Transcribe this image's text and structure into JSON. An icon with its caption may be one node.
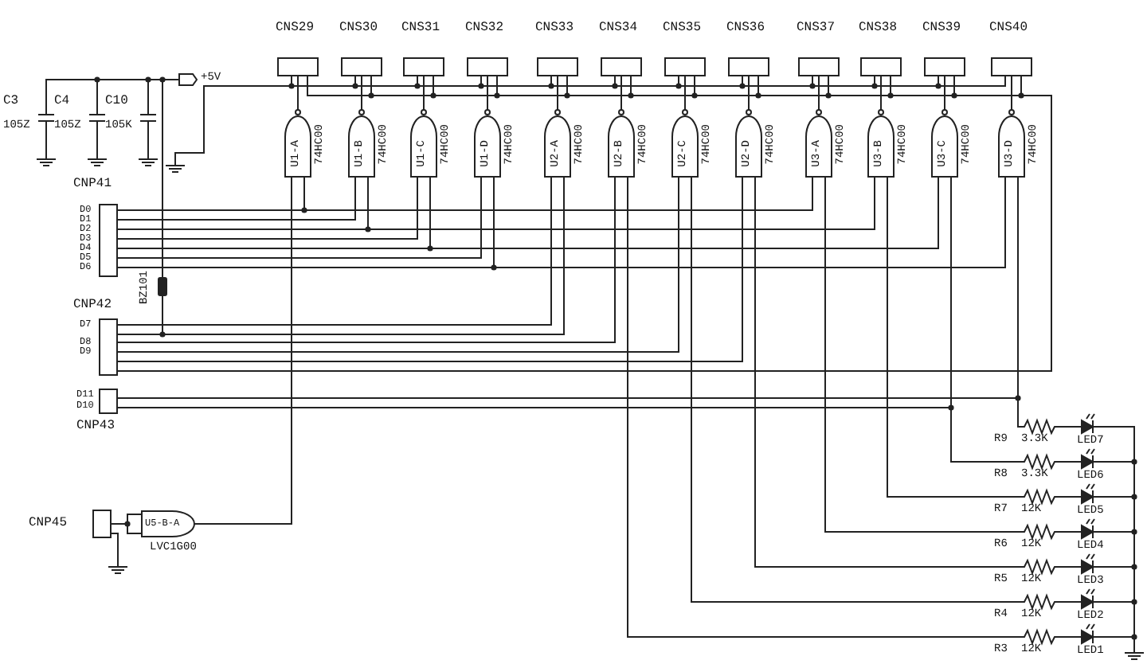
{
  "diagram": {
    "nodes": [
      {
        "text": [
          "CNS29"
        ]
      },
      {
        "text": [
          "CNS30"
        ]
      },
      {
        "text": [
          "CNS31"
        ]
      },
      {
        "text": [
          "CNS32"
        ]
      },
      {
        "text": [
          "CNS33"
        ]
      },
      {
        "text": [
          "CNS34"
        ]
      },
      {
        "text": [
          "CNS35"
        ]
      },
      {
        "text": [
          "CNS36"
        ]
      },
      {
        "text": [
          "CNS37"
        ]
      },
      {
        "text": [
          "CNS38"
        ]
      },
      {
        "text": [
          "CNS39"
        ]
      },
      {
        "text": [
          "CNS40"
        ]
      },
      {
        "text": [
          "+5V"
        ]
      },
      {
        "text": [
          "C3",
          "105Z"
        ]
      },
      {
        "text": [
          "C4",
          "105Z"
        ]
      },
      {
        "text": [
          "C10",
          "105K"
        ]
      },
      {
        "text": [
          "U1-A",
          "74HC00"
        ]
      },
      {
        "text": [
          "U1-B",
          "74HC00"
        ]
      },
      {
        "text": [
          "U1-C",
          "74HC00"
        ]
      },
      {
        "text": [
          "U1-D",
          "74HC00"
        ]
      },
      {
        "text": [
          "U2-A",
          "74HC00"
        ]
      },
      {
        "text": [
          "U2-B",
          "74HC00"
        ]
      },
      {
        "text": [
          "U2-C",
          "74HC00"
        ]
      },
      {
        "text": [
          "U2-D",
          "74HC00"
        ]
      },
      {
        "text": [
          "U3-A",
          "74HC00"
        ]
      },
      {
        "text": [
          "U3-B",
          "74HC00"
        ]
      },
      {
        "text": [
          "U3-C",
          "74HC00"
        ]
      },
      {
        "text": [
          "U3-D",
          "74HC00"
        ]
      },
      {
        "text": [
          "CNP41"
        ],
        "beside": [
          "D0",
          "D1",
          "D2",
          "D3",
          "D4",
          "D5",
          "D6"
        ]
      },
      {
        "text": [
          "BZ101"
        ]
      },
      {
        "text": [
          "CNP42"
        ],
        "beside": [
          "D7",
          "D8",
          "D9"
        ]
      },
      {
        "text": [
          "CNP43"
        ],
        "beside": [
          "D11",
          "D10"
        ]
      },
      {
        "text": [
          "R9",
          "3.3K"
        ]
      },
      {
        "text": [
          "LED7"
        ]
      },
      {
        "text": [
          "R8",
          "3.3K"
        ]
      },
      {
        "text": [
          "LED6"
        ]
      },
      {
        "text": [
          "R7",
          "12K"
        ]
      },
      {
        "text": [
          "LED5"
        ]
      },
      {
        "text": [
          "R6",
          "12K"
        ]
      },
      {
        "text": [
          "LED4"
        ]
      },
      {
        "text": [
          "R5",
          "12K"
        ]
      },
      {
        "text": [
          "LED3"
        ]
      },
      {
        "text": [
          "R4",
          "12K"
        ]
      },
      {
        "text": [
          "LED2"
        ]
      },
      {
        "text": [
          "R3",
          "12K"
        ]
      },
      {
        "text": [
          "LED1"
        ]
      },
      {
        "text": [
          "CNP45"
        ]
      },
      {
        "text": [
          "U5-B-A",
          "LVC1G00"
        ]
      },
      {
        "text": [],
        "shape": "ground"
      },
      {
        "text": [],
        "shape": "ground"
      },
      {
        "text": [],
        "shape": "ground"
      },
      {
        "text": [],
        "shape": "ground"
      },
      {
        "text": [],
        "shape": "ground"
      },
      {
        "text": [],
        "shape": "ground"
      }
    ],
    "edges": [
      {
        "from": 16,
        "to": 0,
        "arrow": "none"
      },
      {
        "from": 17,
        "to": 1,
        "arrow": "none"
      },
      {
        "from": 18,
        "to": 2,
        "arrow": "none"
      },
      {
        "from": 19,
        "to": 3,
        "arrow": "none"
      },
      {
        "from": 20,
        "to": 4,
        "arrow": "none"
      },
      {
        "from": 21,
        "to": 5,
        "arrow": "none"
      },
      {
        "from": 22,
        "to": 6,
        "arrow": "none"
      },
      {
        "from": 23,
        "to": 7,
        "arrow": "none"
      },
      {
        "from": 24,
        "to": 8,
        "arrow": "none"
      },
      {
        "from": 25,
        "to": 9,
        "arrow": "none"
      },
      {
        "from": 26,
        "to": 10,
        "arrow": "none"
      },
      {
        "from": 27,
        "to": 11,
        "arrow": "none"
      },
      {
        "from": 27,
        "to": 32,
        "arrow": "none"
      },
      {
        "from": 26,
        "to": 34,
        "arrow": "none"
      },
      {
        "from": 25,
        "to": 36,
        "arrow": "none"
      },
      {
        "from": 24,
        "to": 38,
        "arrow": "none"
      },
      {
        "from": 23,
        "to": 40,
        "arrow": "none"
      },
      {
        "from": 22,
        "to": 42,
        "arrow": "none"
      },
      {
        "from": 21,
        "to": 44,
        "arrow": "none"
      },
      {
        "from": 32,
        "to": 33,
        "arrow": "none"
      },
      {
        "from": 34,
        "to": 35,
        "arrow": "none"
      },
      {
        "from": 36,
        "to": 37,
        "arrow": "none"
      },
      {
        "from": 38,
        "to": 39,
        "arrow": "none"
      },
      {
        "from": 40,
        "to": 41,
        "arrow": "none"
      },
      {
        "from": 42,
        "to": 43,
        "arrow": "none"
      },
      {
        "from": 44,
        "to": 45,
        "arrow": "none"
      },
      {
        "from": 46,
        "to": 47,
        "arrow": "none"
      },
      {
        "from": 0,
        "to": 48,
        "arrow": "none"
      },
      {
        "from": 1,
        "to": 48,
        "arrow": "none"
      },
      {
        "from": 2,
        "to": 48,
        "arrow": "none"
      },
      {
        "from": 3,
        "to": 48,
        "arrow": "none"
      },
      {
        "from": 4,
        "to": 48,
        "arrow": "none"
      },
      {
        "from": 5,
        "to": 48,
        "arrow": "none"
      },
      {
        "from": 6,
        "to": 48,
        "arrow": "none"
      },
      {
        "from": 7,
        "to": 48,
        "arrow": "none"
      },
      {
        "from": 8,
        "to": 48,
        "arrow": "none"
      },
      {
        "from": 9,
        "to": 48,
        "arrow": "none"
      },
      {
        "from": 10,
        "to": 48,
        "arrow": "none"
      },
      {
        "from": 11,
        "to": 48,
        "arrow": "none"
      },
      {
        "from": 0,
        "to": 30,
        "arrow": "none"
      },
      {
        "from": 1,
        "to": 30,
        "arrow": "none"
      },
      {
        "from": 2,
        "to": 30,
        "arrow": "none"
      },
      {
        "from": 3,
        "to": 30,
        "arrow": "none"
      },
      {
        "from": 4,
        "to": 30,
        "arrow": "none"
      },
      {
        "from": 5,
        "to": 30,
        "arrow": "none"
      },
      {
        "from": 6,
        "to": 30,
        "arrow": "none"
      },
      {
        "from": 7,
        "to": 30,
        "arrow": "none"
      },
      {
        "from": 8,
        "to": 30,
        "arrow": "none"
      },
      {
        "from": 9,
        "to": 30,
        "arrow": "none"
      },
      {
        "from": 10,
        "to": 30,
        "arrow": "none"
      },
      {
        "from": 11,
        "to": 30,
        "arrow": "none"
      },
      {
        "from": 16,
        "to": 28,
        "arrow": "none"
      },
      {
        "from": 17,
        "to": 28,
        "arrow": "none"
      },
      {
        "from": 17,
        "to": 28,
        "arrow": "none"
      },
      {
        "from": 18,
        "to": 28,
        "arrow": "none"
      },
      {
        "from": 18,
        "to": 28,
        "arrow": "none"
      },
      {
        "from": 19,
        "to": 28,
        "arrow": "none"
      },
      {
        "from": 19,
        "to": 28,
        "arrow": "none"
      },
      {
        "from": 20,
        "to": 30,
        "arrow": "none"
      },
      {
        "from": 20,
        "to": 30,
        "arrow": "none"
      },
      {
        "from": 21,
        "to": 30,
        "arrow": "none"
      },
      {
        "from": 22,
        "to": 30,
        "arrow": "none"
      },
      {
        "from": 23,
        "to": 30,
        "arrow": "none"
      },
      {
        "from": 24,
        "to": 28,
        "arrow": "none"
      },
      {
        "from": 25,
        "to": 28,
        "arrow": "none"
      },
      {
        "from": 26,
        "to": 28,
        "arrow": "none"
      },
      {
        "from": 27,
        "to": 28,
        "arrow": "none"
      },
      {
        "from": 47,
        "to": 16,
        "arrow": "none"
      },
      {
        "from": 31,
        "to": 32,
        "arrow": "none"
      },
      {
        "from": 31,
        "to": 34,
        "arrow": "none"
      },
      {
        "from": 13,
        "to": 12,
        "arrow": "none"
      },
      {
        "from": 14,
        "to": 12,
        "arrow": "none"
      },
      {
        "from": 15,
        "to": 12,
        "arrow": "none"
      },
      {
        "from": 29,
        "to": 12,
        "arrow": "none"
      },
      {
        "from": 29,
        "to": 30,
        "arrow": "none"
      },
      {
        "from": 13,
        "to": 49,
        "arrow": "none"
      },
      {
        "from": 14,
        "to": 50,
        "arrow": "none"
      },
      {
        "from": 15,
        "to": 51,
        "arrow": "none"
      },
      {
        "from": 46,
        "to": 52,
        "arrow": "none"
      },
      {
        "from": 33,
        "to": 53,
        "arrow": "none"
      },
      {
        "from": 35,
        "to": 53,
        "arrow": "none"
      },
      {
        "from": 37,
        "to": 53,
        "arrow": "none"
      },
      {
        "from": 39,
        "to": 53,
        "arrow": "none"
      },
      {
        "from": 41,
        "to": 53,
        "arrow": "none"
      },
      {
        "from": 43,
        "to": 53,
        "arrow": "none"
      },
      {
        "from": 45,
        "to": 53,
        "arrow": "none"
      }
    ]
  }
}
